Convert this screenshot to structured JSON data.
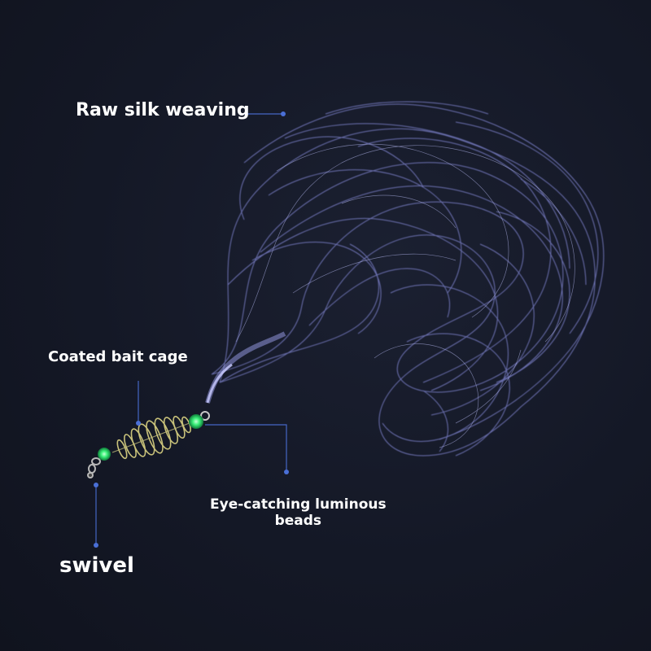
{
  "labels": {
    "raw_silk": "Raw silk weaving",
    "bait_cage": "Coated bait cage",
    "beads_line1": "Eye-catching luminous",
    "beads_line2": "beads",
    "swivel": "swivel"
  },
  "icons": [
    "silk-net-illustration",
    "bait-cage-spring-icon",
    "luminous-bead-icon",
    "swivel-icon"
  ],
  "colors": {
    "background": "#141826",
    "silk": "#8a8fe0",
    "leader": "#4a6fd6",
    "bead": "#3cf27a",
    "cage": "#c9c27a"
  }
}
